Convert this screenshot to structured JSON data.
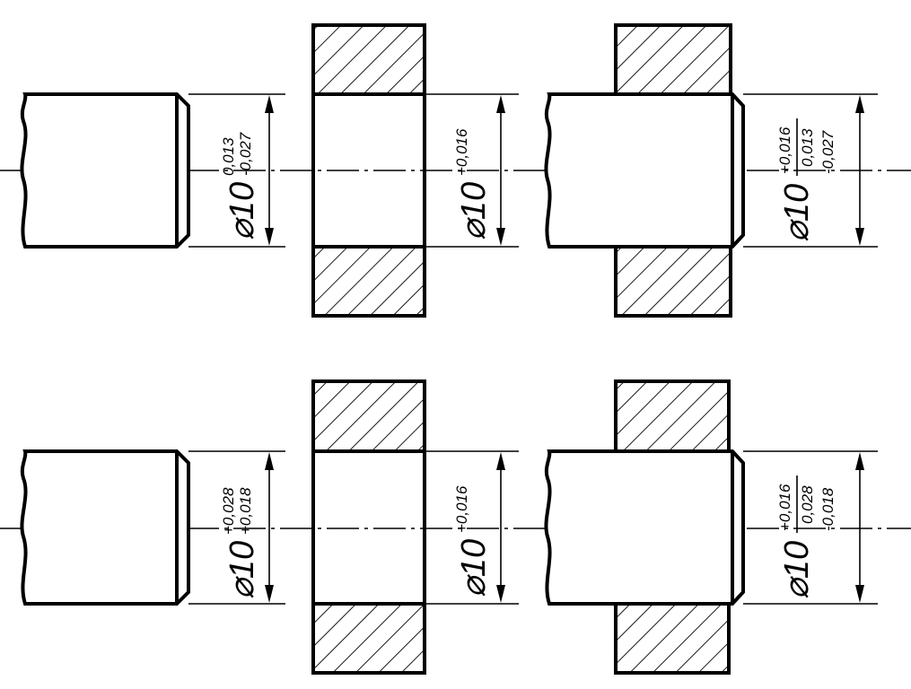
{
  "drawing": {
    "rows": [
      {
        "shaft": {
          "nominal": "⌀10",
          "upper": "0,013",
          "lower": "-0,027"
        },
        "hole": {
          "nominal": "⌀10",
          "upper": "+0,016"
        },
        "fit": {
          "nominal": "⌀10",
          "hole_tol": "+0,016",
          "shaft_upper": "0,013",
          "shaft_lower": "-0,027"
        }
      },
      {
        "shaft": {
          "nominal": "⌀10",
          "upper": "+0,028",
          "lower": "+0,018"
        },
        "hole": {
          "nominal": "⌀10",
          "upper": "+0,016"
        },
        "fit": {
          "nominal": "⌀10",
          "hole_tol": "+0,016",
          "shaft_upper": "0,028",
          "shaft_lower": "-0,018"
        }
      }
    ]
  }
}
